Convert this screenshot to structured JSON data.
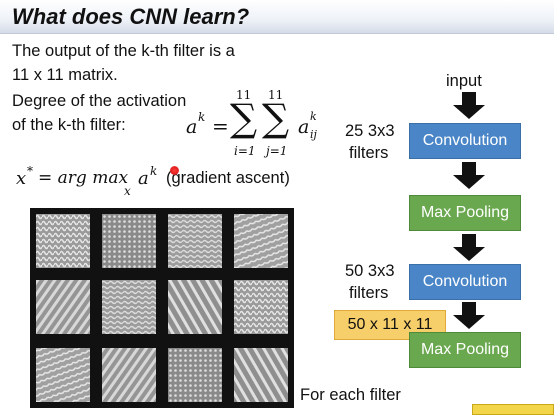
{
  "slide": {
    "title": "What does CNN learn?",
    "line1": "The output of the k-th filter is a",
    "line2": "11 x 11 matrix.",
    "line3": "Degree of the activation",
    "line4": "of the k-th filter:",
    "eq_lhs": "a",
    "eq_sup": "k",
    "eq_eq": "=",
    "sum1_top": "11",
    "sum1_bot": "i=1",
    "sum2_top": "11",
    "sum2_bot": "j=1",
    "eq_rhs": "a",
    "eq_rhs_sup": "k",
    "eq_rhs_sub": "ij",
    "argmax_lhs": "x",
    "argmax_star": "*",
    "argmax_eq": "= arg max",
    "argmax_under": "x",
    "argmax_a": "a",
    "argmax_sup": "k",
    "gradient": "(gradient ascent)",
    "caption": "For each filter"
  },
  "flow": {
    "input": "input",
    "conv1_label_a": "25 3x3",
    "conv1_label_b": "filters",
    "conv1": "Convolution",
    "pool1": "Max Pooling",
    "conv2_label_a": "50 3x3",
    "conv2_label_b": "filters",
    "conv2": "Convolution",
    "shape": "50 x 11 x 11",
    "pool2": "Max Pooling"
  },
  "colors": {
    "conv": "#4a86c7",
    "pool": "#6aa84f",
    "shape_badge": "#f3d54a",
    "arrow": "#111111"
  },
  "icons": {
    "laser_dot": "red-pointer-dot-icon",
    "flow_arrow": "down-arrow-icon"
  }
}
